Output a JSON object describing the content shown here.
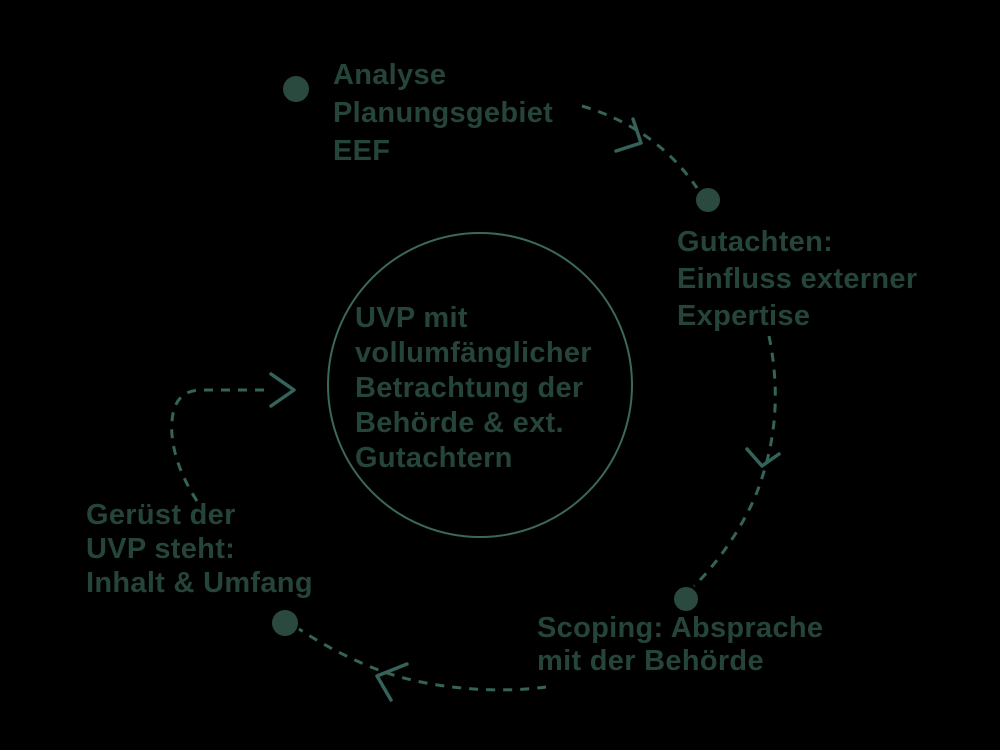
{
  "diagram": {
    "type": "cycle-diagram",
    "language": "de",
    "colors": {
      "background": "#000000",
      "text": "#25443a",
      "dot": "#2b4a3f",
      "line": "#35635a",
      "circle": "#3c685c"
    },
    "center": {
      "lines": [
        "UVP mit",
        "vollumfänglicher",
        "Betrachtung der",
        "Behörde & ext.",
        "Gutachtern"
      ]
    },
    "nodes": [
      {
        "id": "analyse",
        "lines": [
          "Analyse",
          "Planungsgebiet",
          "EEF"
        ]
      },
      {
        "id": "gutachten",
        "lines": [
          "Gutachten:",
          "Einfluss externer",
          "Expertise"
        ]
      },
      {
        "id": "scoping",
        "lines": [
          "Scoping: Absprache",
          "mit der Behörde"
        ]
      },
      {
        "id": "geruest",
        "lines": [
          "Gerüst der",
          "UVP steht:",
          "Inhalt & Umfang"
        ]
      }
    ],
    "flow": [
      "analyse → gutachten",
      "gutachten → scoping",
      "scoping → geruest",
      "geruest → center"
    ]
  }
}
